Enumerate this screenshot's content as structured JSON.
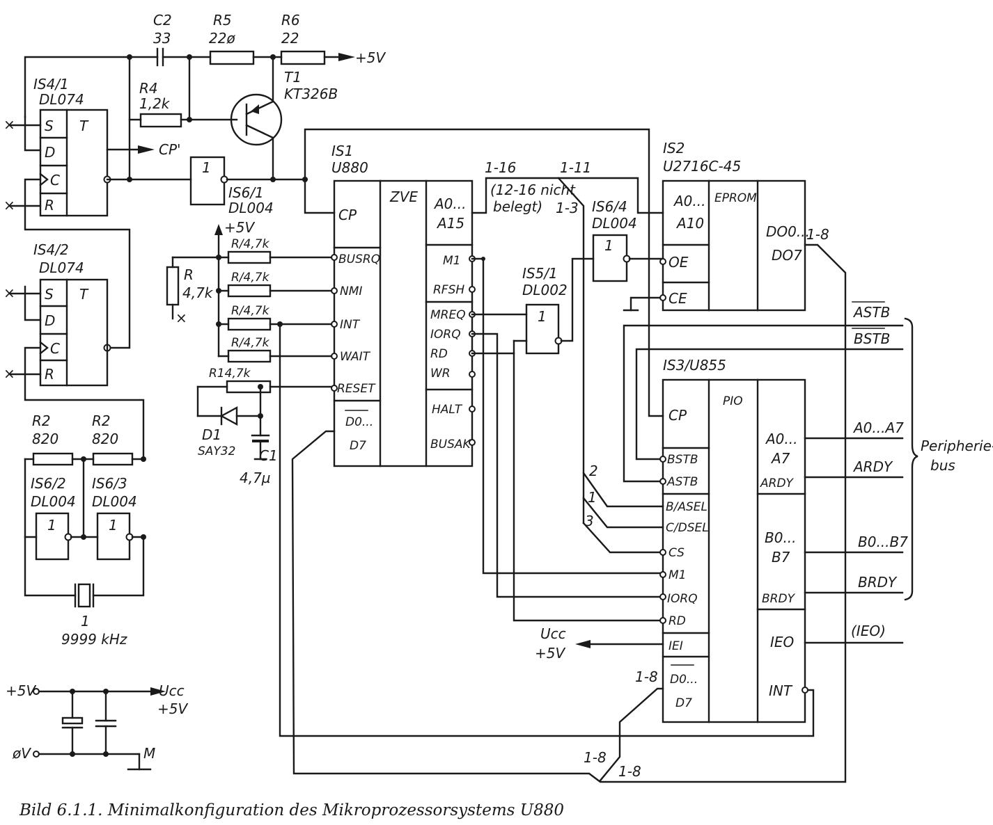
{
  "caption": "Bild 6.1.1. Minimalkonfiguration des Mikroprozessorsystems U880",
  "supply": {
    "plus5v": "+5V",
    "zero_v": "øV",
    "ucc": "Ucc",
    "ucc_plus": "+5V",
    "m": "M"
  },
  "ff": {
    "is41_ref": "IS4/1",
    "is41_type": "DL074",
    "is42_ref": "IS4/2",
    "is42_type": "DL074",
    "pin_s": "S",
    "pin_d": "D",
    "pin_c": "C",
    "pin_r": "R",
    "pin_t": "T",
    "cp_out": "CP'"
  },
  "parts": {
    "c2_ref": "C2",
    "c2_val": "33",
    "r5_ref": "R5",
    "r5_val": "22ø",
    "r6_ref": "R6",
    "r6_val": "22",
    "plus5v": "+5V",
    "r4_ref": "R4",
    "r4_val": "1,2k",
    "t1_ref": "T1",
    "t1_type": "KT326B",
    "is61_ref": "IS6/1",
    "is61_type": "DL004",
    "r_ref": "R",
    "r_val": "4,7k",
    "r47_1": "R/4,7k",
    "r47_2": "R/4,7k",
    "r47_3": "R/4,7k",
    "r47_4": "R/4,7k",
    "r1_label": "R14,7k",
    "d1_ref": "D1",
    "d1_type": "SAY32",
    "c1_ref": "C1",
    "c1_val": "4,7µ",
    "osc_r2a_ref": "R2",
    "osc_r2a_val": "820",
    "osc_r2b_ref": "R2",
    "osc_r2b_val": "820",
    "is62_ref": "IS6/2",
    "is62_type": "DL004",
    "is63_ref": "IS6/3",
    "is63_type": "DL004",
    "q_ref": "1",
    "q_val": "9999 kHz",
    "gate_one": "1"
  },
  "cpu": {
    "ref": "IS1",
    "type": "U880",
    "zve": "ZVE",
    "left_pins": [
      "CP",
      "BUSRQ",
      "NMI",
      "INT",
      "WAIT",
      "RESET"
    ],
    "data_pin_a": "D0...",
    "data_pin_b": "D7",
    "addr_a": "A0...",
    "addr_b": "A15",
    "right_pins": [
      "M1",
      "RFSH",
      "MREQ",
      "IORQ",
      "RD",
      "WR",
      "HALT",
      "BUSAK"
    ]
  },
  "bus": {
    "l116": "1-16",
    "l111": "1-11",
    "nicht_a": "(12-16 nicht",
    "nicht_b": "belegt)",
    "l13": "1-3",
    "l18_a": "1-8",
    "l18_b": "1-8",
    "l18_c": "1-8",
    "l18_d": "1-8",
    "n2": "2",
    "n1": "1",
    "n3": "3"
  },
  "is51": {
    "ref": "IS5/1",
    "type": "DL002"
  },
  "is64": {
    "ref": "IS6/4",
    "type": "DL004"
  },
  "eprom": {
    "ref": "IS2",
    "type": "U2716C-45",
    "name": "EPROM",
    "addr_a": "A0...",
    "addr_b": "A10",
    "oe": "OE",
    "ce": "CE",
    "do_a": "DO0...",
    "do_b": "DO7"
  },
  "pio": {
    "ref": "IS3/U855",
    "name": "PIO",
    "left_pins": [
      "CP",
      "BSTB",
      "ASTB",
      "B/ASEL",
      "C/DSEL",
      "CS",
      "M1",
      "IORQ",
      "RD",
      "IEI"
    ],
    "data_a": "D0...",
    "data_b": "D7",
    "a_port_a": "A0...",
    "a_port_b": "A7",
    "ardy": "ARDY",
    "b_port_a": "B0...",
    "b_port_b": "B7",
    "brdy": "BRDY",
    "ieo": "IEO",
    "int": "INT"
  },
  "periph": {
    "astb": "ASTB",
    "bstb": "BSTB",
    "a_bus": "A0...A7",
    "ardy": "ARDY",
    "b_bus": "B0...B7",
    "brdy": "BRDY",
    "ieo": "(IEO)",
    "label_a": "Peripherie-",
    "label_b": "bus"
  },
  "ucc_mid": {
    "a": "Ucc",
    "b": "+5V"
  }
}
